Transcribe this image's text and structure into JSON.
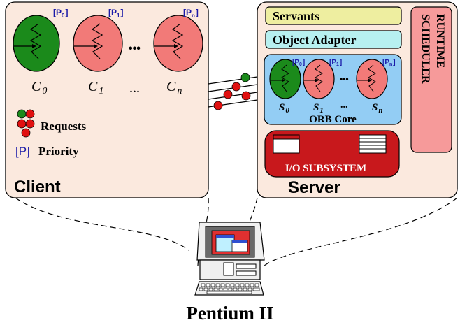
{
  "client": {
    "label": "Client",
    "threads": [
      {
        "name": "C",
        "sub": "0",
        "priority_base": "[P",
        "priority_sub": "0",
        "priority_close": "]"
      },
      {
        "name": "C",
        "sub": "1",
        "priority_base": "[P",
        "priority_sub": "1",
        "priority_close": "]"
      },
      {
        "name": "C",
        "sub": "n",
        "priority_base": "[P",
        "priority_sub": "n",
        "priority_close": "]"
      }
    ],
    "ellipsis": "•••",
    "label_ellipsis": "...",
    "legend": {
      "requests": "Requests",
      "priority_marker": "[P]",
      "priority": "Priority"
    }
  },
  "server": {
    "label": "Server",
    "servants": "Servants",
    "object_adapter": "Object Adapter",
    "orb_core": "ORB Core",
    "io_subsystem": "I/O SUBSYSTEM",
    "runtime": "RUNTIME",
    "scheduler": "SCHEDULER",
    "threads": [
      {
        "name": "S",
        "sub": "0",
        "priority_base": "[P",
        "priority_sub": "0",
        "priority_close": "]"
      },
      {
        "name": "S",
        "sub": "1",
        "priority_base": "[P",
        "priority_sub": "1",
        "priority_close": "]"
      },
      {
        "name": "S",
        "sub": "n",
        "priority_base": "[P",
        "priority_sub": "n",
        "priority_close": "]"
      }
    ],
    "ellipsis": "•••",
    "label_ellipsis": "..."
  },
  "host": {
    "label": "Pentium II"
  },
  "colors": {
    "panel_fill": "#fbe9de",
    "servants_fill": "#eeeea0",
    "adapter_fill": "#b7f0f0",
    "orb_fill": "#93cdf4",
    "io_fill": "#c8181c",
    "scheduler_fill": "#f69a9a",
    "thread_green": "#1b8a1b",
    "thread_pink": "#f27a78",
    "priority_blue": "#1a1aa8"
  }
}
